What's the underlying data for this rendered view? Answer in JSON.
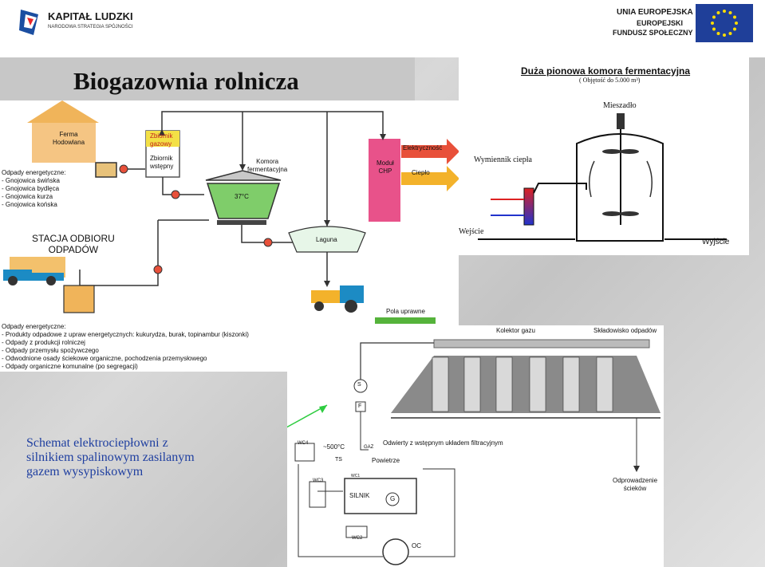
{
  "header": {
    "left_logo_title": "KAPITAŁ LUDZKI",
    "left_logo_subtitle": "NARODOWA STRATEGIA SPÓJNOŚCI",
    "right_logo_line1": "UNIA EUROPEJSKA",
    "right_logo_line2": "EUROPEJSKI",
    "right_logo_line3": "FUNDUSZ SPOŁECZNY"
  },
  "slide": {
    "title": "Biogazownia rolnicza",
    "caption_line1": "Schemat elektrociepłowni z",
    "caption_line2": "silnikiem spalinowym zasilanym",
    "caption_line3": "gazem wysypiskowym"
  },
  "biogas": {
    "farm": "Ferma Hodowlana",
    "farm_l1": "Ferma",
    "farm_l2": "Hodowlana",
    "gas_tank_l1": "Zbiornik",
    "gas_tank_l2": "gazowy",
    "pre_tank_l1": "Zbiornik",
    "pre_tank_l2": "wstępny",
    "chamber_l1": "Komora",
    "chamber_l2": "fermentacyjna",
    "temp": "37°C",
    "chp_l1": "Moduł",
    "chp_l2": "CHP",
    "electricity": "Elektryczność",
    "heat": "Ciepło",
    "lagoon": "Laguna",
    "fields": "Pola uprawne",
    "station_l1": "STACJA ODBIORU",
    "station_l2": "ODPADÓW",
    "waste_top_header": "Odpady energetyczne:",
    "waste_top_items": [
      "- Gnojowica świńska",
      "- Gnojowica bydlęca",
      "- Gnojowica kurza",
      "- Gnojowica końska"
    ],
    "waste_bottom_header": "Odpady energetyczne:",
    "waste_bottom_items": [
      "- Produkty odpadowe z upraw energetycznych: kukurydza, burak, topinambur (kiszonki)",
      "- Odpady z produkcji rolniczej",
      "- Odpady przemysłu spożywczego",
      "- Odwodnione osady ściekowe organiczne, pochodzenia przemysłowego",
      "- Odpady organiczne komunalne (po segregacji)"
    ]
  },
  "fermenter": {
    "title": "Duża pionowa komora fermentacyjna",
    "subtitle": "( Objętość do 5.000 m³)",
    "mixer": "Mieszadło",
    "heat_exchanger": "Wymiennik ciepła",
    "inlet": "Wejście",
    "outlet": "Wyjście"
  },
  "landfill": {
    "collector": "Kolektor gazu",
    "storage": "Składowisko odpadów",
    "wells": "Odwierty z wstępnym układem filtracyjnym",
    "drain_l1": "Odprowadzenie",
    "drain_l2": "ścieków",
    "s": "S",
    "f": "F",
    "wc4": "WC4",
    "temp": "~500°C",
    "gaz": "GAZ",
    "ts": "TS",
    "air": "Powietrze",
    "wc3": "WC3",
    "wc1": "WC1",
    "engine": "SILNIK",
    "g": "G",
    "wc2": "WC2",
    "oc": "OC"
  },
  "colors": {
    "pink": "#e8528a",
    "red_arrow": "#e8503a",
    "yellow_arrow": "#f3b22b",
    "green_field": "#55b33b",
    "tan": "#f2c97f",
    "blue_vehicle": "#1c8bc4",
    "green_pointer": "#2ecc40"
  }
}
